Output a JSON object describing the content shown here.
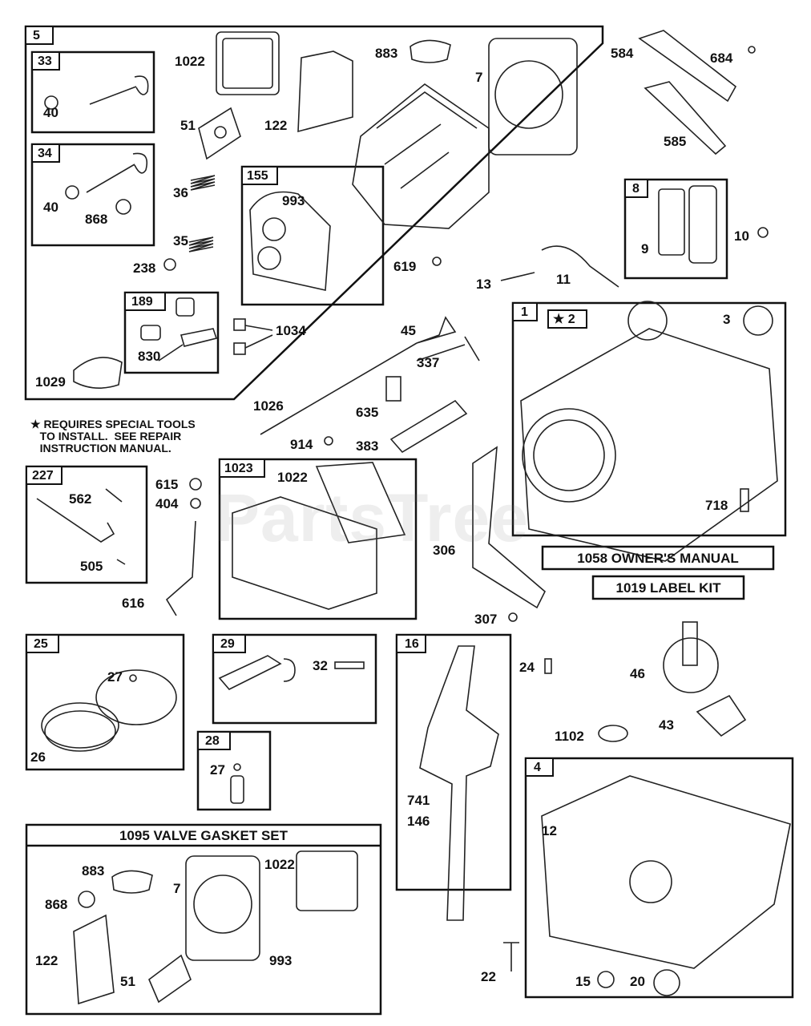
{
  "watermark": "PartsTree",
  "note": "★ REQUIRES SPECIAL TOOLS\n   TO INSTALL.  SEE REPAIR\n   INSTRUCTION MANUAL.",
  "banners": {
    "owners_manual": "1058 OWNER'S MANUAL",
    "label_kit": "1019 LABEL KIT",
    "valve_gasket_set": "1095 VALVE GASKET SET"
  },
  "boxes": {
    "b5": "5",
    "b33": "33",
    "b34": "34",
    "b155": "155",
    "b189": "189",
    "b8": "8",
    "b1": "1",
    "b2": "★ 2",
    "b227": "227",
    "b1023": "1023",
    "b25": "25",
    "b29": "29",
    "b28": "28",
    "b16": "16",
    "b4": "4"
  },
  "labels": {
    "l1022a": "1022",
    "l883a": "883",
    "l7a": "7",
    "l584": "584",
    "l684": "684",
    "l40a": "40",
    "l51a": "51",
    "l122a": "122",
    "l585": "585",
    "l40b": "40",
    "l868a": "868",
    "l36": "36",
    "l993a": "993",
    "l10": "10",
    "l9": "9",
    "l35": "35",
    "l238": "238",
    "l619": "619",
    "l13": "13",
    "l11": "11",
    "l3": "3",
    "l1034": "1034",
    "l830": "830",
    "l45": "45",
    "l337": "337",
    "l1029": "1029",
    "l1026": "1026",
    "l635": "635",
    "l914": "914",
    "l383": "383",
    "l1022b": "1022",
    "l615": "615",
    "l404": "404",
    "l562": "562",
    "l718": "718",
    "l306": "306",
    "l505": "505",
    "l616": "616",
    "l307": "307",
    "l27a": "27",
    "l32": "32",
    "l24": "24",
    "l46": "46",
    "l26": "26",
    "l43": "43",
    "l1102": "1102",
    "l27b": "27",
    "l741": "741",
    "l146": "146",
    "l12": "12",
    "l883b": "883",
    "l1022c": "1022",
    "l7b": "7",
    "l868b": "868",
    "l122b": "122",
    "l993b": "993",
    "l51b": "51",
    "l22": "22",
    "l15": "15",
    "l20": "20"
  }
}
